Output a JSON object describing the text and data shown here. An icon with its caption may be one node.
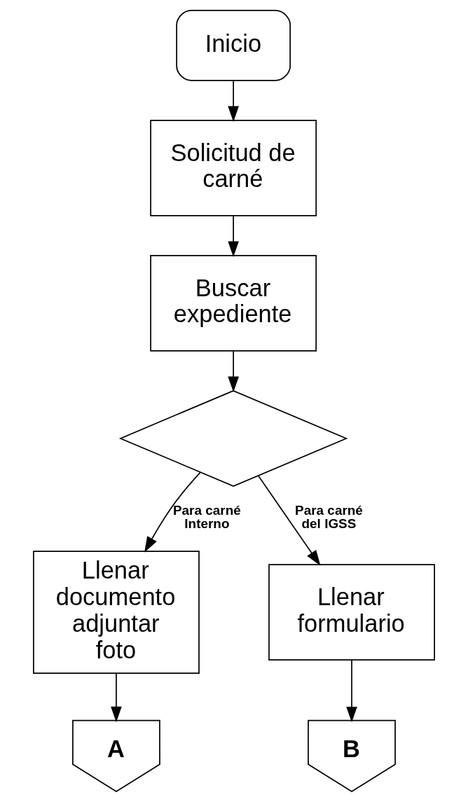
{
  "diagram": {
    "nodes": [
      {
        "text": [
          "Inicio"
        ]
      },
      {
        "text": [
          "Solicitud de carné"
        ]
      },
      {
        "text": [
          "Buscar expediente"
        ]
      },
      {
        "text": [],
        "shape": "diamond"
      },
      {
        "text": [
          "Llenar documento adjuntar foto"
        ]
      },
      {
        "text": [
          "Llenar formulario"
        ]
      },
      {
        "text": [
          "A"
        ]
      },
      {
        "text": [
          "B"
        ]
      }
    ],
    "edges": [
      {
        "from": 0,
        "to": 1,
        "arrow": "to"
      },
      {
        "from": 1,
        "to": 2,
        "arrow": "to"
      },
      {
        "from": 2,
        "to": 3,
        "arrow": "to"
      },
      {
        "from": 3,
        "to": 4,
        "arrow": "to",
        "label": "Para carné Interno"
      },
      {
        "from": 3,
        "to": 5,
        "arrow": "to",
        "label": "Para carné del IGSS"
      },
      {
        "from": 4,
        "to": 6,
        "arrow": "to"
      },
      {
        "from": 5,
        "to": 7,
        "arrow": "to"
      }
    ]
  }
}
